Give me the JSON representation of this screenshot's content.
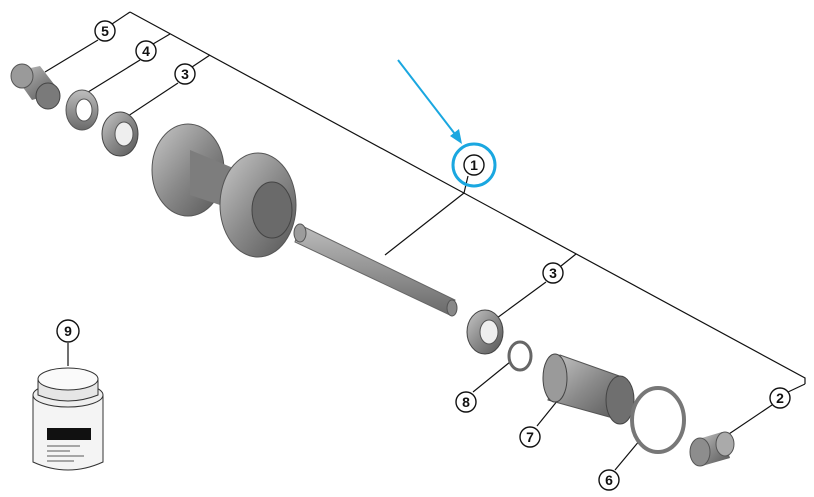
{
  "callouts": {
    "c5": "5",
    "c4": "4",
    "c3a": "3",
    "c1": "1",
    "c3b": "3",
    "c2": "2",
    "c8": "8",
    "c7": "7",
    "c6": "6",
    "c9": "9"
  },
  "colors": {
    "highlight": "#1aa7e0",
    "part_gray": "#8a8a8a",
    "line": "#111111"
  }
}
